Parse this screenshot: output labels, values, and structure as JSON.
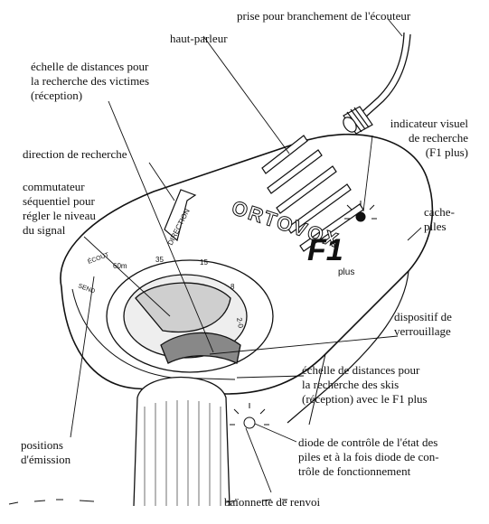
{
  "device": {
    "brand": "ORTOVOX",
    "model": "F1",
    "model_suffix": "plus",
    "arrow_text": "DIRECTION",
    "dial_marks": [
      "60m",
      "35",
      "15",
      "8",
      "2-0"
    ],
    "mode_text": "SEND",
    "receive_text": "ÉCOUT"
  },
  "labels": {
    "earphone_socket": [
      "prise pour branchement de l'écouteur"
    ],
    "speaker": [
      "haut-parleur"
    ],
    "victim_scale": [
      "échelle de distances pour",
      "la recherche des victimes",
      "(réception)"
    ],
    "visual_indicator": [
      "indicateur visuel",
      "de recherche",
      "(F1 plus)"
    ],
    "search_direction": [
      "direction de recherche"
    ],
    "sequential_switch": [
      "commutateur",
      "séquentiel pour",
      "régler le niveau",
      "du signal"
    ],
    "battery_cover": [
      "cache-",
      "piles"
    ],
    "locking_device": [
      "dispositif de",
      "verrouillage"
    ],
    "ski_scale": [
      "échelle de distances pour",
      "la recherche des skis",
      "(réception) avec le F1 plus"
    ],
    "transmit_positions": [
      "positions",
      "d'émission"
    ],
    "battery_diode": [
      "diode de contrôle de l'état des",
      "piles et à la fois diode de con-",
      "trôle de fonctionnement"
    ],
    "bayonet": [
      "baïonnette de renvoi"
    ]
  }
}
